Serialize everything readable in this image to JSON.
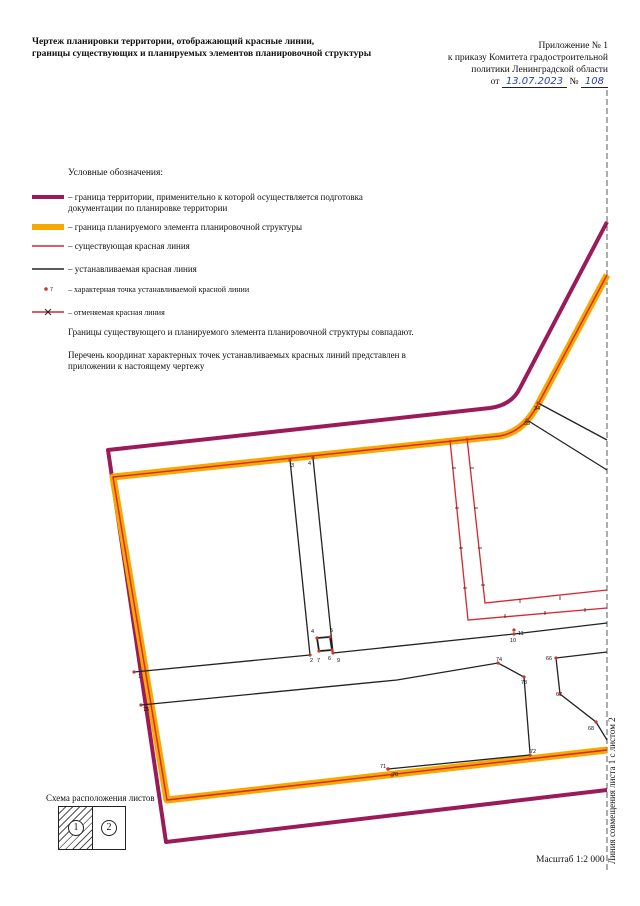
{
  "title": {
    "line1": "Чертеж планировки территории, отображающий красные линии,",
    "line2": "границы существующих и планируемых элементов планировочной структуры"
  },
  "approval": {
    "line1": "Приложение № 1",
    "line2": "к приказу Комитета градостроительной",
    "line3": "политики Ленинградской области",
    "date_prefix": "от",
    "date": "13.07.2023",
    "number_prefix": "№",
    "number": "108"
  },
  "legend": {
    "heading": "Условные обозначения:",
    "items": [
      {
        "text": "– граница территории, применительно к которой осуществляется подготовка документации по планировке территории"
      },
      {
        "text": "– граница планируемого элемента планировочной структуры"
      },
      {
        "text": "– существующая красная линия"
      },
      {
        "text": "– устанавливаемая красная линия"
      },
      {
        "text": "– характерная точка устанавливаемой красной линии"
      },
      {
        "text": "– отменяемая красная линия"
      }
    ],
    "note1": "Границы существующего и планируемого элемента планировочной структуры совпадают.",
    "note2": "Перечень координат характерных точек устанавливаемых красных линий представлен в приложении к настоящему чертежу"
  },
  "colors": {
    "territory_boundary": "#9b1b5a",
    "planned_element": "#f5a800",
    "existing_red_line": "#d6262e",
    "established_red_line": "#222222"
  },
  "points": [
    "3",
    "4",
    "4",
    "5",
    "2",
    "7",
    "6",
    "9",
    "10",
    "11",
    "74",
    "73",
    "1",
    "75",
    "72",
    "71",
    "70",
    "34",
    "35",
    "66",
    "67",
    "68",
    "7"
  ],
  "scheme": {
    "title": "Схема расположения листов",
    "sheet1": "1",
    "sheet2": "2"
  },
  "scale": "Масштаб 1:2 000",
  "sheet_join": "Линия совмещения листа 1 с листом 2"
}
